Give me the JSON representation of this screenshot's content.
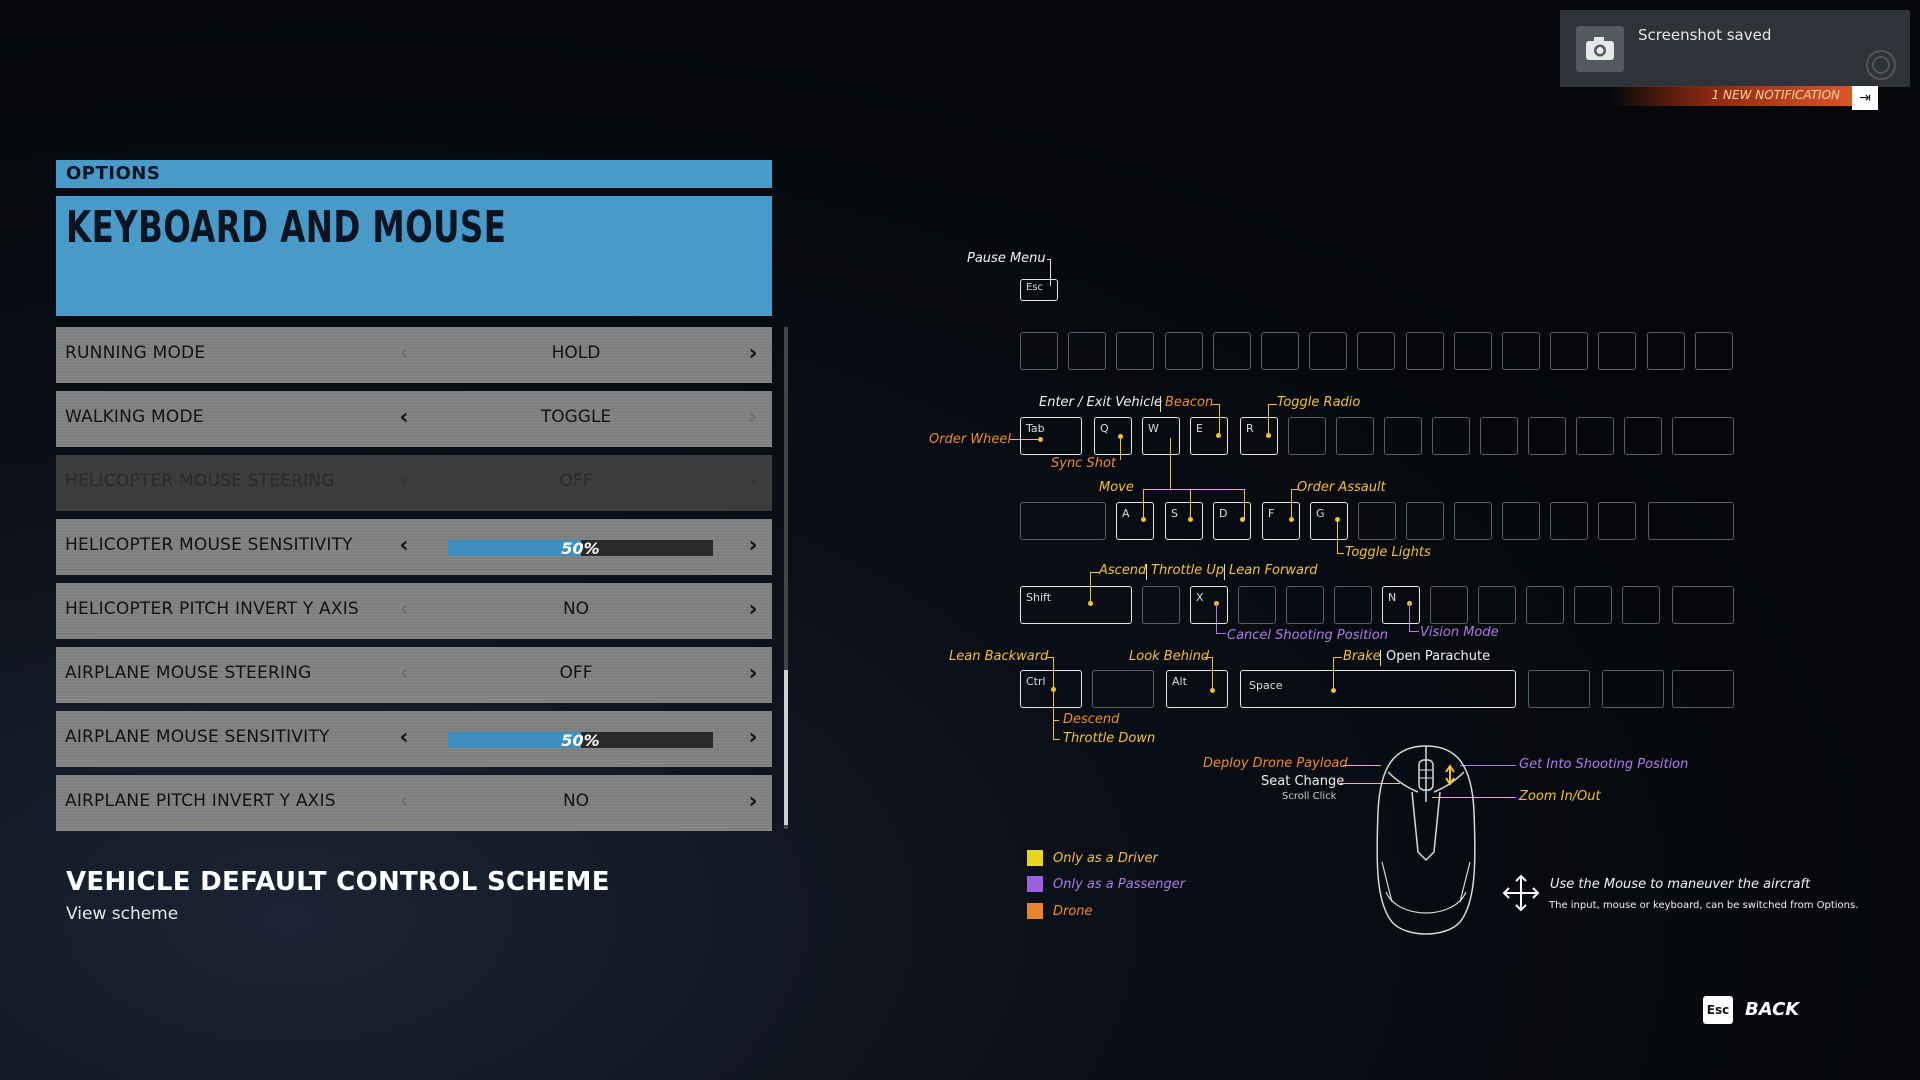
{
  "header": {
    "section": "OPTIONS",
    "title": "KEYBOARD AND MOUSE"
  },
  "settings": [
    {
      "label": "RUNNING MODE",
      "value": "HOLD"
    },
    {
      "label": "WALKING MODE",
      "value": "TOGGLE"
    },
    {
      "label": "HELICOPTER MOUSE STEERING",
      "value": "OFF"
    },
    {
      "label": "HELICOPTER MOUSE SENSITIVITY",
      "value": "50%",
      "level": 0.5
    },
    {
      "label": "HELICOPTER PITCH INVERT Y AXIS",
      "value": "NO"
    },
    {
      "label": "AIRPLANE MOUSE STEERING",
      "value": "OFF"
    },
    {
      "label": "AIRPLANE MOUSE SENSITIVITY",
      "value": "50%",
      "level": 0.5
    },
    {
      "label": "AIRPLANE PITCH INVERT Y AXIS",
      "value": "NO"
    }
  ],
  "description": {
    "title": "VEHICLE DEFAULT CONTROL SCHEME",
    "subtitle": "View scheme"
  },
  "notification": {
    "text": "Screenshot saved",
    "banner": "1 NEW NOTIFICATION",
    "collapse_icon": "⇥"
  },
  "keys": {
    "esc": "Esc",
    "tab": "Tab",
    "q": "Q",
    "w": "W",
    "e": "E",
    "r": "R",
    "a": "A",
    "s": "S",
    "d": "D",
    "f": "F",
    "g": "G",
    "shift": "Shift",
    "x": "X",
    "n": "N",
    "ctrl": "Ctrl",
    "alt": "Alt",
    "space": "Space"
  },
  "labels": {
    "pause_menu": "Pause Menu",
    "enter_exit": "Enter / Exit Vehicle",
    "beacon": "Beacon",
    "toggle_radio": "Toggle Radio",
    "order_wheel": "Order Wheel",
    "sync_shot": "Sync Shot",
    "move": "Move",
    "order_assault": "Order Assault",
    "toggle_lights": "Toggle Lights",
    "ascend": "Ascend",
    "throttle_up": "Throttle Up",
    "lean_forward": "Lean Forward",
    "cancel_shooting": "Cancel Shooting Position",
    "vision_mode": "Vision Mode",
    "lean_backward": "Lean Backward",
    "look_behind": "Look Behind",
    "brake": "Brake",
    "open_parachute": "Open Parachute",
    "descend": "Descend",
    "throttle_down": "Throttle Down",
    "deploy_drone": "Deploy Drone Payload",
    "seat_change": "Seat Change",
    "scroll_click": "Scroll Click",
    "get_into_shooting": "Get Into Shooting Position",
    "zoom": "Zoom In/Out",
    "mouse_hint": "Use the Mouse to maneuver the aircraft",
    "mouse_hint_sub": "The input, mouse or keyboard, can be switched from Options."
  },
  "legend": [
    {
      "label": "Only as a Driver",
      "color": "#e8d31f"
    },
    {
      "label": "Only as a Passenger",
      "color": "#9b5fe0"
    },
    {
      "label": "Drone",
      "color": "#e8832e"
    }
  ],
  "colors": {
    "accent": "#4a9ac9",
    "driver": "#f2c233",
    "passenger": "#b07be8",
    "drone": "#ee8b33"
  },
  "back": {
    "key": "Esc",
    "label": "BACK"
  }
}
